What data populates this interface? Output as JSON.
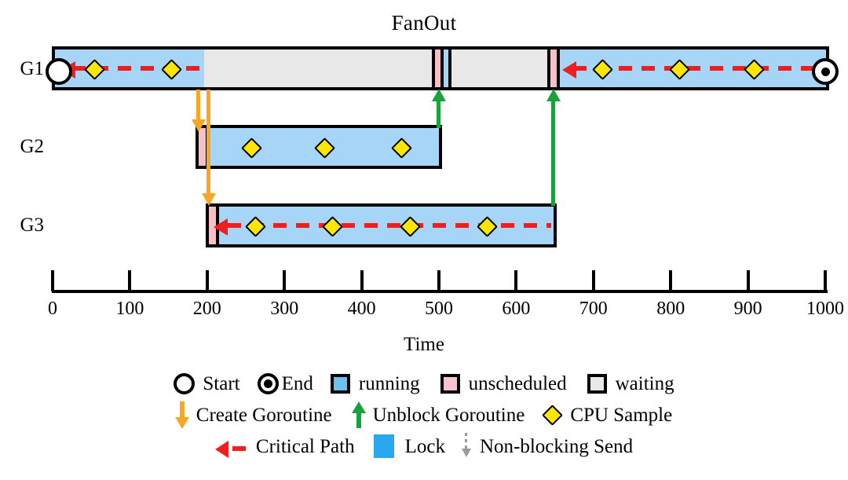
{
  "chart_data": {
    "type": "gantt",
    "title": "FanOut",
    "xlabel": "Time",
    "xlim": [
      0,
      1000
    ],
    "xticks": [
      0,
      100,
      200,
      300,
      400,
      500,
      600,
      700,
      800,
      900,
      1000
    ],
    "xtick_labels": [
      "0",
      "100",
      "200",
      "300",
      "400",
      "500",
      "600",
      "700",
      "800",
      "900",
      "1000"
    ],
    "grid": false,
    "lanes": [
      {
        "label": "G1",
        "segments": [
          {
            "state": "running",
            "start": 0,
            "end": 200
          },
          {
            "state": "waiting",
            "start": 200,
            "end": 495
          },
          {
            "state": "unscheduled",
            "start": 495,
            "end": 505
          },
          {
            "state": "running",
            "start": 505,
            "end": 512
          },
          {
            "state": "waiting",
            "start": 512,
            "end": 643
          },
          {
            "state": "unscheduled",
            "start": 643,
            "end": 655
          },
          {
            "state": "running",
            "start": 655,
            "end": 1000
          }
        ],
        "start_marker": 0,
        "end_marker": 1000,
        "cpu_samples": [
          50,
          150,
          710,
          810,
          905
        ],
        "critical_path": [
          {
            "from": 0,
            "to": 200
          },
          {
            "from": 655,
            "to": 1000
          }
        ]
      },
      {
        "label": "G2",
        "segments": [
          {
            "state": "unscheduled",
            "start": 190,
            "end": 200
          },
          {
            "state": "running",
            "start": 200,
            "end": 500
          }
        ],
        "cpu_samples": [
          260,
          360,
          460
        ],
        "critical_path": []
      },
      {
        "label": "G3",
        "segments": [
          {
            "state": "unscheduled",
            "start": 203,
            "end": 213
          },
          {
            "state": "running",
            "start": 213,
            "end": 650
          }
        ],
        "cpu_samples": [
          263,
          363,
          462,
          562
        ],
        "critical_path": [
          {
            "from": 213,
            "to": 650
          }
        ]
      }
    ],
    "create_goroutine_arrows": [
      {
        "time": 190,
        "from_lane": "G1",
        "to_lane": "G2"
      },
      {
        "time": 203,
        "from_lane": "G1",
        "to_lane": "G3"
      }
    ],
    "unblock_goroutine_arrows": [
      {
        "time": 500,
        "from_lane": "G2",
        "to_lane": "G1"
      },
      {
        "time": 650,
        "from_lane": "G3",
        "to_lane": "G1"
      }
    ]
  },
  "legend": {
    "rows": [
      {
        "items": [
          {
            "icon": "start-circle-icon",
            "label": "Start"
          },
          {
            "icon": "end-circle-dot-icon",
            "label": "End"
          },
          {
            "icon": "running-swatch-icon",
            "label": "running"
          },
          {
            "icon": "unscheduled-swatch-icon",
            "label": "unscheduled"
          },
          {
            "icon": "waiting-swatch-icon",
            "label": "waiting"
          }
        ]
      },
      {
        "items": [
          {
            "icon": "orange-down-arrow-icon",
            "label": "Create Goroutine"
          },
          {
            "icon": "green-up-arrow-icon",
            "label": "Unblock Goroutine"
          },
          {
            "icon": "yellow-diamond-icon",
            "label": "CPU Sample"
          }
        ]
      },
      {
        "items": [
          {
            "icon": "red-dashed-left-arrow-icon",
            "label": "Critical Path"
          },
          {
            "icon": "blue-lock-swatch-icon",
            "label": "Lock"
          },
          {
            "icon": "gray-dotted-down-arrow-icon",
            "label": "Non-blocking Send"
          }
        ]
      }
    ]
  },
  "colors": {
    "running": "#a6d5f7",
    "unscheduled": "#f7bfc8",
    "waiting": "#e8e8e8",
    "critical_path": "#ef1f1f",
    "create_goroutine": "#f7a723",
    "unblock_goroutine": "#19a23c",
    "cpu_sample": "#ffe600",
    "lock": "#29a8ef",
    "non_blocking_send": "#9a9a9a"
  }
}
